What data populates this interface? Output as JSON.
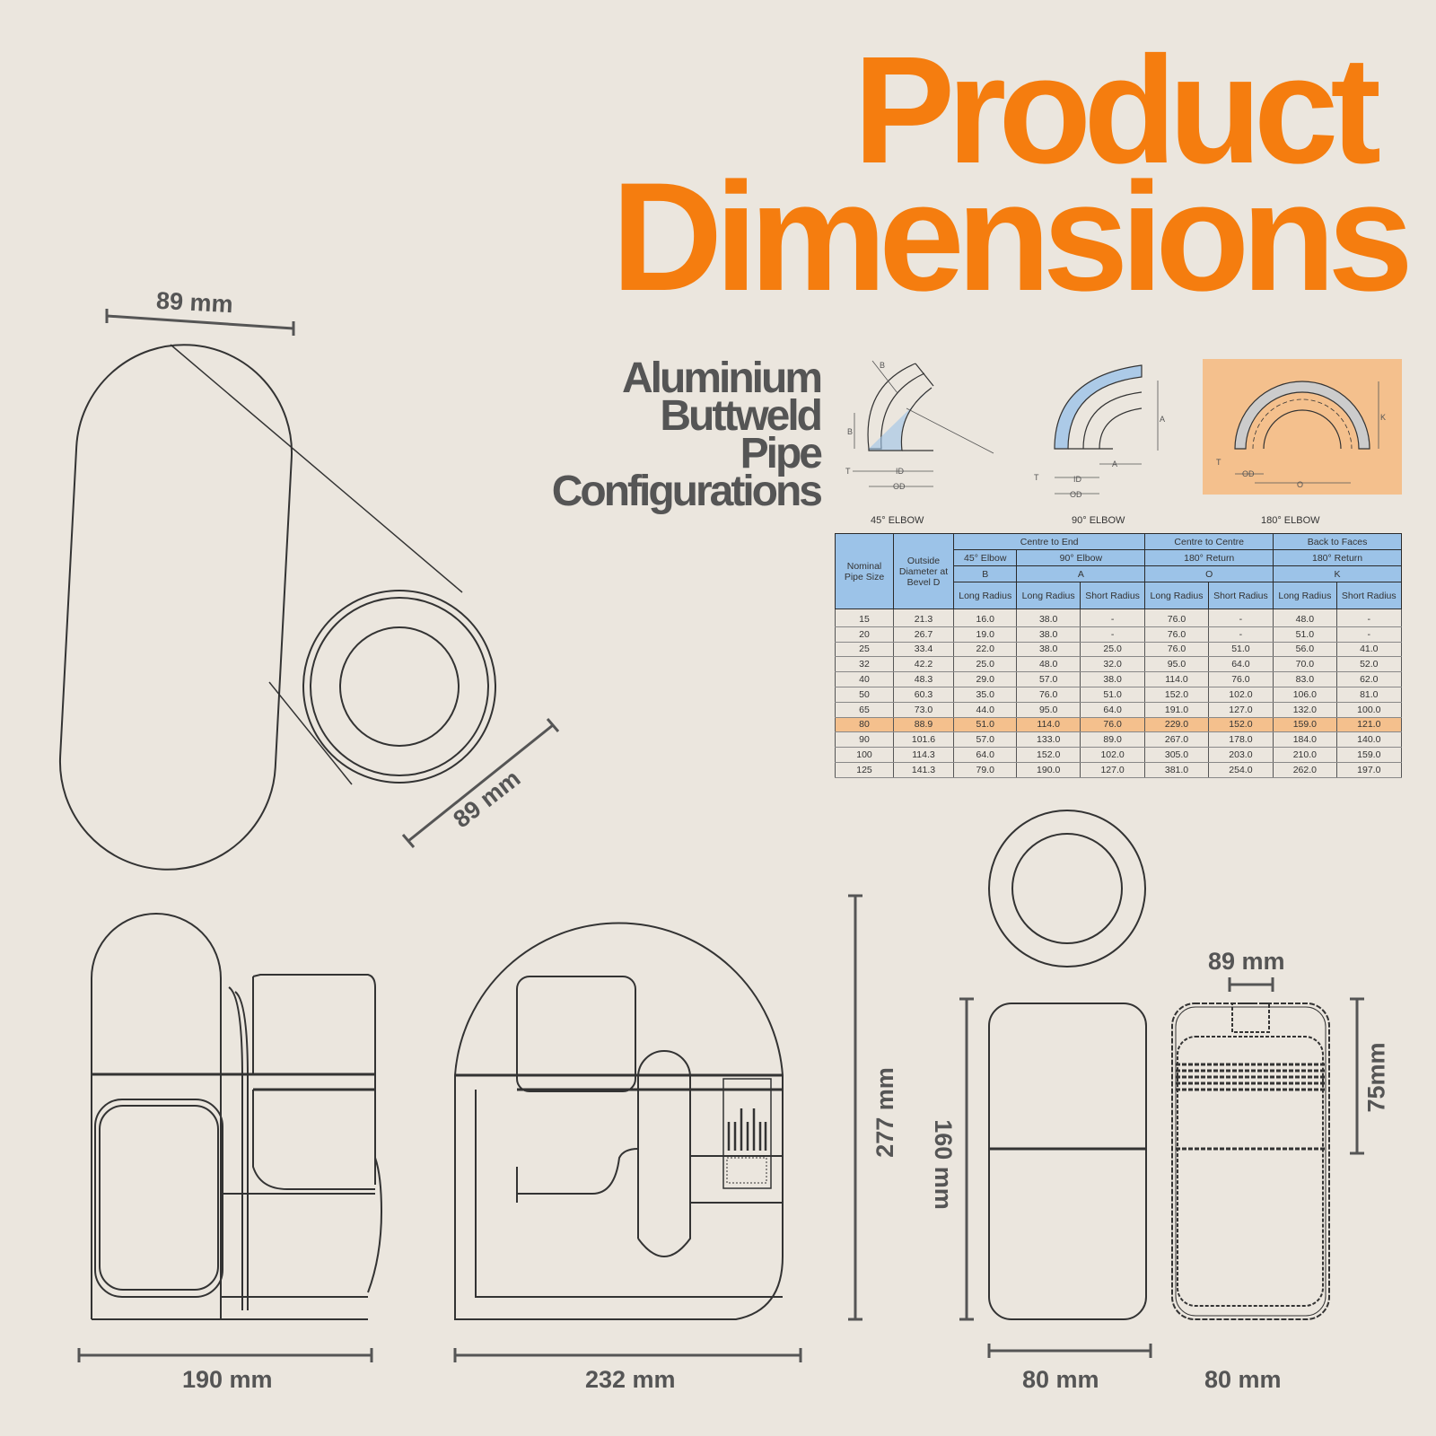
{
  "title": {
    "line1": "Product",
    "line2": "Dimensions"
  },
  "subtitle": [
    "Aluminium",
    "Buttweld",
    "Pipe",
    "Configurations"
  ],
  "dimensions": {
    "top_width": "89 mm",
    "top_diag": "89 mm",
    "side_width": "190 mm",
    "front_width": "232 mm",
    "height_total": "277 mm",
    "height_tank": "160 mm",
    "tank_width": "80 mm",
    "tank_depth": "80 mm",
    "inner_width": "89 mm",
    "inner_height": "75mm"
  },
  "elbows": {
    "captions": [
      "45° ELBOW",
      "90° ELBOW",
      "180° ELBOW"
    ],
    "labels": {
      "b": "B",
      "t": "T",
      "id": "ID",
      "od": "OD",
      "a": "A",
      "k": "K",
      "o": "O"
    },
    "highlight_color": "#f4c08d",
    "header_color": "#9cc3e8"
  },
  "table": {
    "group_headers": [
      "Centre to End",
      "Centre to Centre",
      "Back to Faces"
    ],
    "sub_headers": [
      "45° Elbow",
      "90° Elbow",
      "180° Return",
      "180° Return"
    ],
    "letters": [
      "B",
      "A",
      "O",
      "K"
    ],
    "col_nominal": "Nominal Pipe Size",
    "col_outside": "Outside Diameter at Bevel D",
    "radius_headers": [
      "Long Radius",
      "Long Radius",
      "Short Radius",
      "Long Radius",
      "Short Radius",
      "Long Radius",
      "Short Radius"
    ],
    "highlight_row": 7,
    "rows": [
      [
        "15",
        "21.3",
        "16.0",
        "38.0",
        "-",
        "76.0",
        "-",
        "48.0",
        "-"
      ],
      [
        "20",
        "26.7",
        "19.0",
        "38.0",
        "-",
        "76.0",
        "-",
        "51.0",
        "-"
      ],
      [
        "25",
        "33.4",
        "22.0",
        "38.0",
        "25.0",
        "76.0",
        "51.0",
        "56.0",
        "41.0"
      ],
      [
        "32",
        "42.2",
        "25.0",
        "48.0",
        "32.0",
        "95.0",
        "64.0",
        "70.0",
        "52.0"
      ],
      [
        "40",
        "48.3",
        "29.0",
        "57.0",
        "38.0",
        "114.0",
        "76.0",
        "83.0",
        "62.0"
      ],
      [
        "50",
        "60.3",
        "35.0",
        "76.0",
        "51.0",
        "152.0",
        "102.0",
        "106.0",
        "81.0"
      ],
      [
        "65",
        "73.0",
        "44.0",
        "95.0",
        "64.0",
        "191.0",
        "127.0",
        "132.0",
        "100.0"
      ],
      [
        "80",
        "88.9",
        "51.0",
        "114.0",
        "76.0",
        "229.0",
        "152.0",
        "159.0",
        "121.0"
      ],
      [
        "90",
        "101.6",
        "57.0",
        "133.0",
        "89.0",
        "267.0",
        "178.0",
        "184.0",
        "140.0"
      ],
      [
        "100",
        "114.3",
        "64.0",
        "152.0",
        "102.0",
        "305.0",
        "203.0",
        "210.0",
        "159.0"
      ],
      [
        "125",
        "141.3",
        "79.0",
        "190.0",
        "127.0",
        "381.0",
        "254.0",
        "262.0",
        "197.0"
      ]
    ]
  }
}
